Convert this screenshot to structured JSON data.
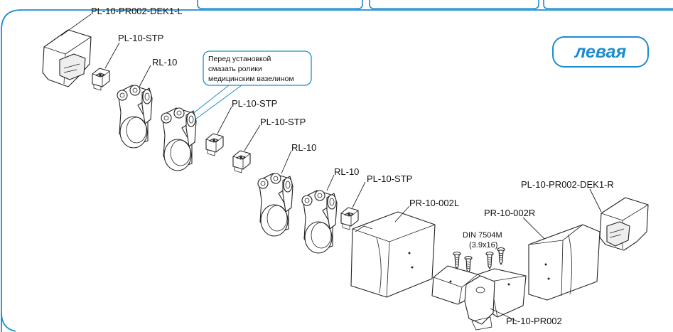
{
  "colors": {
    "frame": "#1b8ccf",
    "note_border": "#1b8ccf",
    "line": "#222222"
  },
  "badge": "левая",
  "note": {
    "line1": "Перед установкой",
    "line2": "смазать ролики",
    "line3": "медицинским вазелином"
  },
  "labels": {
    "dek_left": "PL-10-PR002-DEK1-L",
    "stp_1": "PL-10-STP",
    "rl_1": "RL-10",
    "stp_2": "PL-10-STP",
    "stp_3": "PL-10-STP",
    "rl_2": "RL-10",
    "rl_3": "RL-10",
    "stp_4": "PL-10-STP",
    "pr_l": "PR-10-002L",
    "dek_right": "PL-10-PR002-DEK1-R",
    "pr_r": "PR-10-002R",
    "screw_line1": "DIN 7504M",
    "screw_line2": "(3.9x16)",
    "pr002": "PL-10-PR002"
  }
}
